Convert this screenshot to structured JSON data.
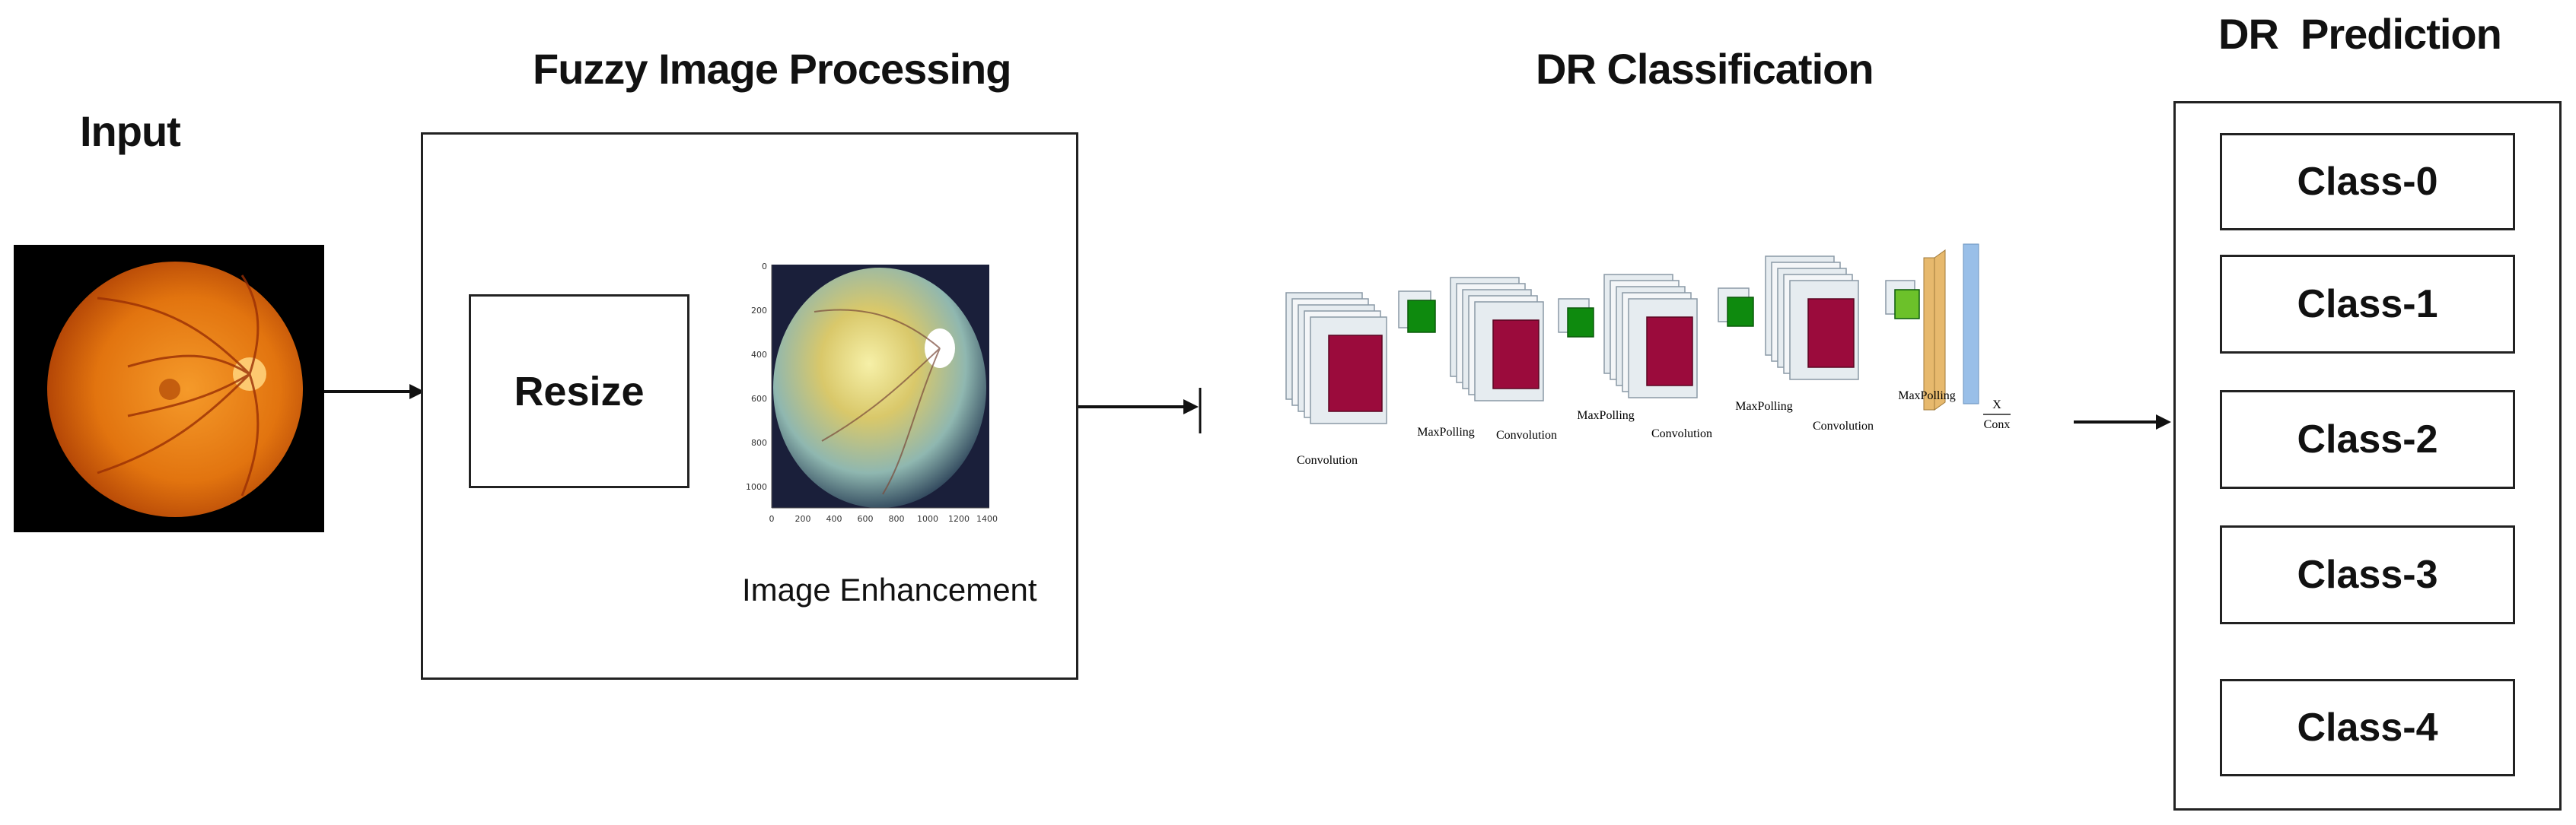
{
  "stages": {
    "input": {
      "title": "Input"
    },
    "fuzzy": {
      "title": "Fuzzy Image Processing",
      "resize_label": "Resize",
      "enhancement_label": "Image Enhancement",
      "plot_y_ticks": [
        "0",
        "200",
        "400",
        "600",
        "800",
        "1000"
      ],
      "plot_x_ticks": [
        "0",
        "200",
        "400",
        "600",
        "800",
        "1000",
        "1200",
        "1400"
      ]
    },
    "classification": {
      "title": "DR Classification",
      "layers": {
        "conv": "Convolution",
        "pool": "MaxPolling",
        "output_numerator": "X",
        "output_denominator": "Conx"
      }
    },
    "prediction": {
      "title": "DR  Prediction",
      "classes": [
        "Class-0",
        "Class-1",
        "Class-2",
        "Class-3",
        "Class-4"
      ]
    }
  },
  "colors": {
    "conv_block": "#9b0b3c",
    "pool_block": "#0e8a0e",
    "pool_block_light": "#6cc12a",
    "dense_block": "#e7b96d",
    "output_block": "#8fb9e6",
    "retina_orange": "#e2740f"
  }
}
